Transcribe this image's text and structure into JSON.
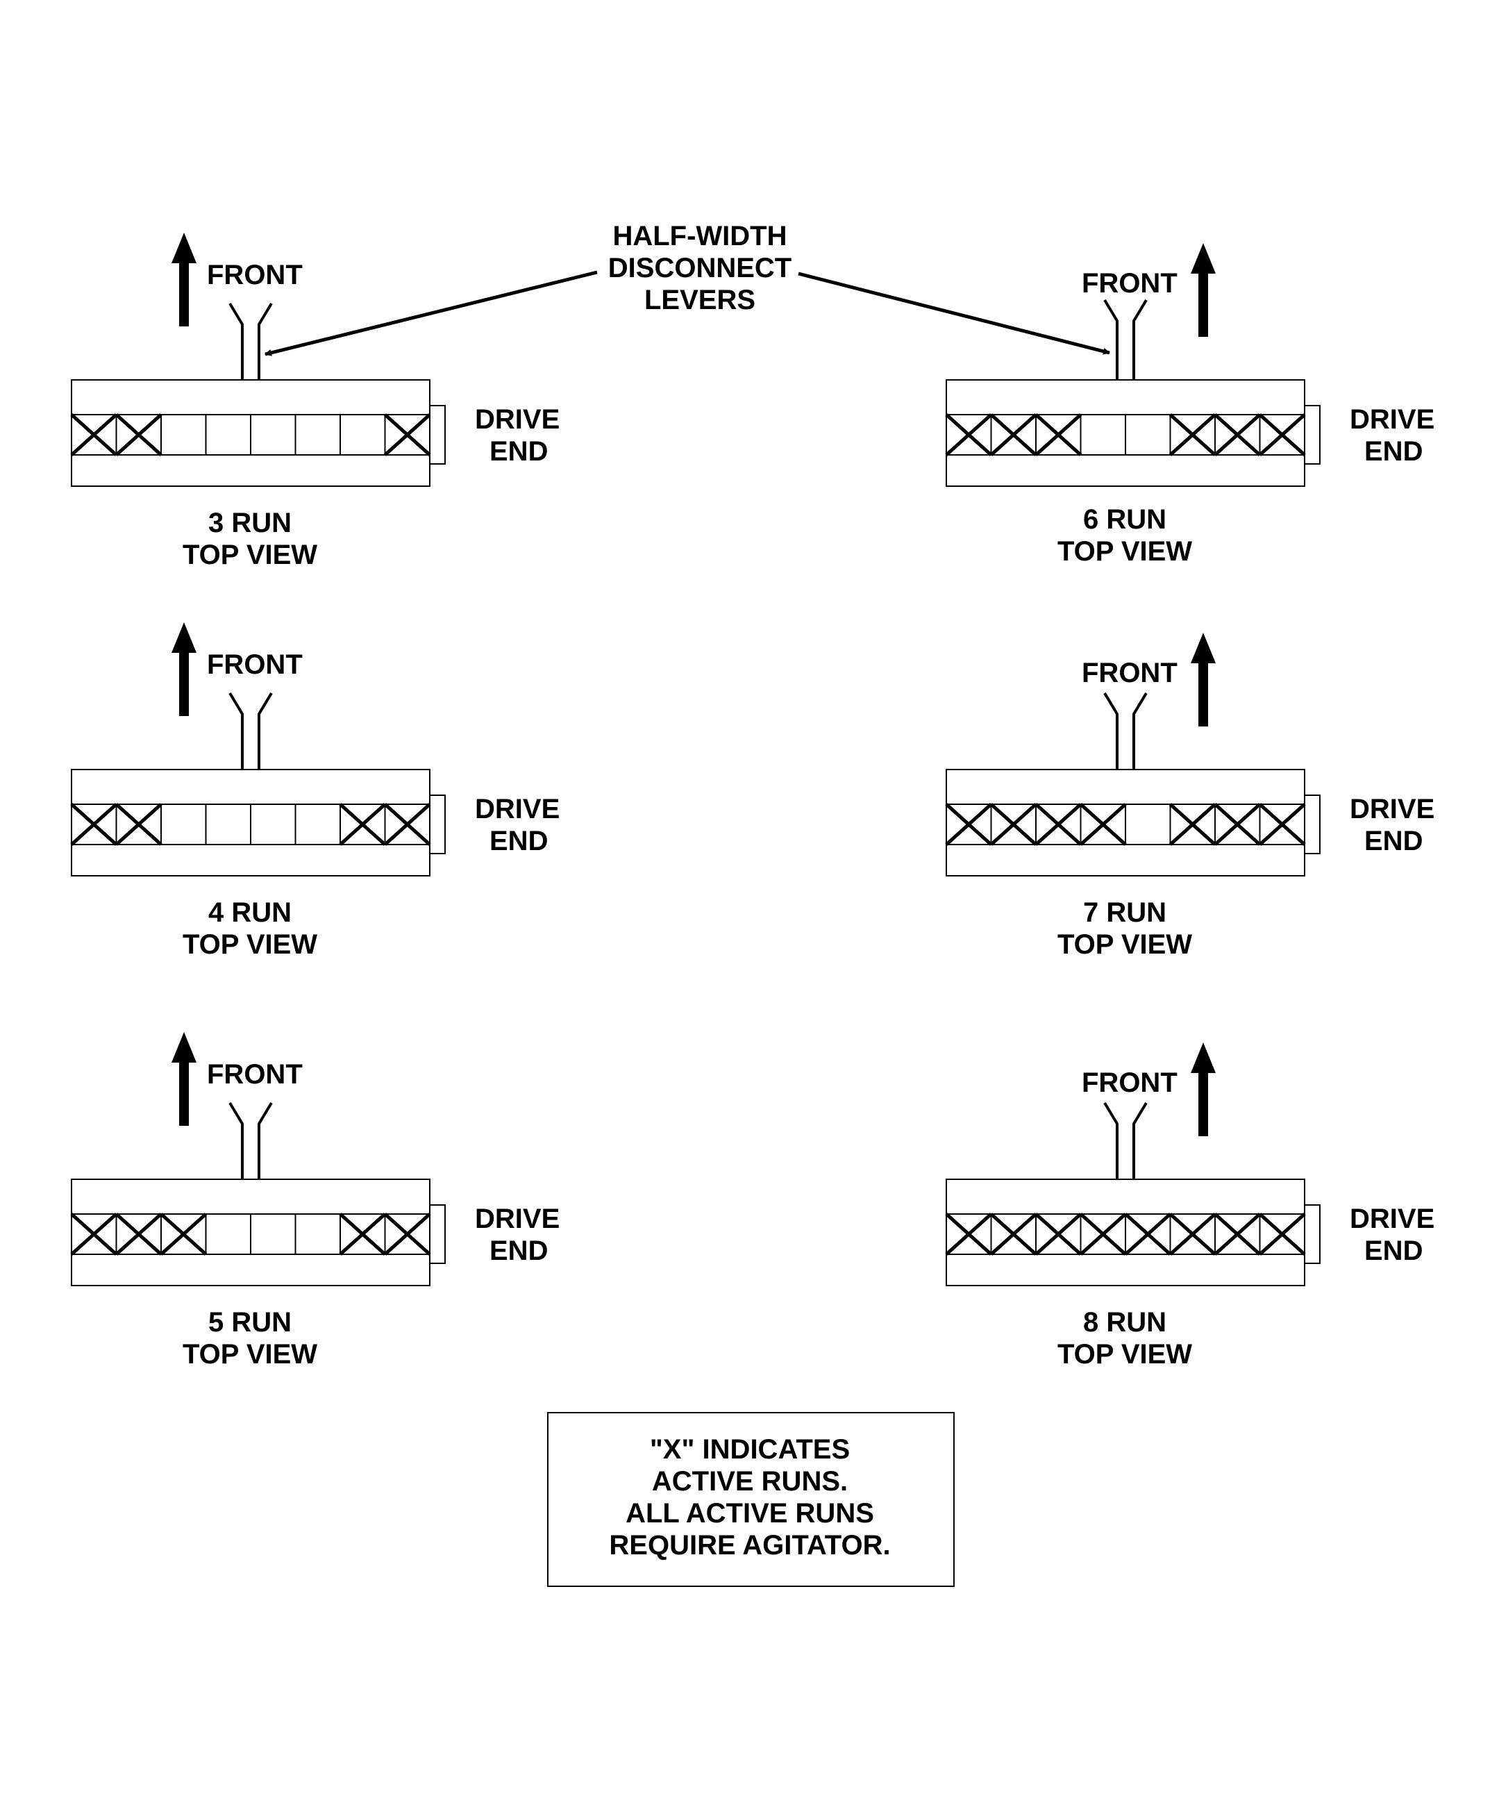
{
  "callout": {
    "line1": "HALF-WIDTH",
    "line2": "DISCONNECT",
    "line3": "LEVERS"
  },
  "note": {
    "line1": "\"X\" INDICATES",
    "line2": "ACTIVE RUNS.",
    "line3": "ALL ACTIVE RUNS",
    "line4": "REQUIRE AGITATOR."
  },
  "diagrams": [
    {
      "id": "3-run",
      "front": "FRONT",
      "drive_line1": "DRIVE",
      "drive_line2": "END",
      "title_line1": "3 RUN",
      "title_line2": "TOP VIEW",
      "active": [
        true,
        true,
        false,
        false,
        false,
        false,
        false,
        true
      ]
    },
    {
      "id": "4-run",
      "front": "FRONT",
      "drive_line1": "DRIVE",
      "drive_line2": "END",
      "title_line1": "4 RUN",
      "title_line2": "TOP VIEW",
      "active": [
        true,
        true,
        false,
        false,
        false,
        false,
        true,
        true
      ]
    },
    {
      "id": "5-run",
      "front": "FRONT",
      "drive_line1": "DRIVE",
      "drive_line2": "END",
      "title_line1": "5 RUN",
      "title_line2": "TOP VIEW",
      "active": [
        true,
        true,
        true,
        false,
        false,
        false,
        true,
        true
      ]
    },
    {
      "id": "6-run",
      "front": "FRONT",
      "drive_line1": "DRIVE",
      "drive_line2": "END",
      "title_line1": "6 RUN",
      "title_line2": "TOP VIEW",
      "active": [
        true,
        true,
        true,
        false,
        false,
        true,
        true,
        true
      ]
    },
    {
      "id": "7-run",
      "front": "FRONT",
      "drive_line1": "DRIVE",
      "drive_line2": "END",
      "title_line1": "7 RUN",
      "title_line2": "TOP VIEW",
      "active": [
        true,
        true,
        true,
        true,
        false,
        true,
        true,
        true
      ]
    },
    {
      "id": "8-run",
      "front": "FRONT",
      "drive_line1": "DRIVE",
      "drive_line2": "END",
      "title_line1": "8 RUN",
      "title_line2": "TOP VIEW",
      "active": [
        true,
        true,
        true,
        true,
        true,
        true,
        true,
        true
      ]
    }
  ]
}
